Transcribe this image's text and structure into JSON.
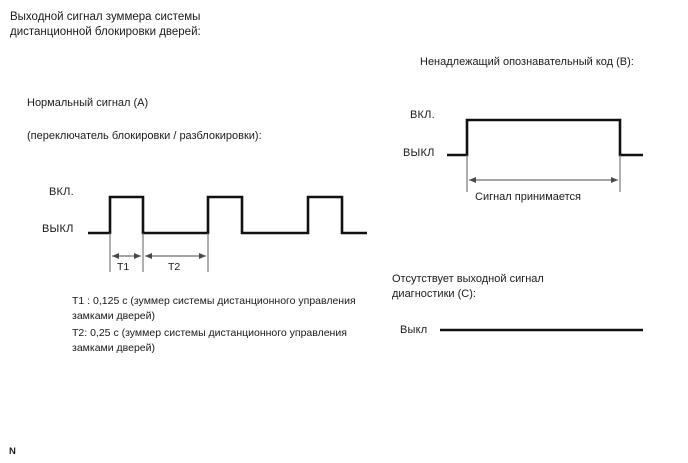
{
  "diagram": {
    "title_line1": "Выходной сигнал зуммера системы",
    "title_line2": "дистанционной блокировки дверей:",
    "corner_marker": "N",
    "axis": {
      "on": "ВКЛ.",
      "off": "ВЫКЛ",
      "off_short": "Выкл"
    },
    "colors": {
      "line": "#111111",
      "dimension": "#4a4a4a",
      "text": "#1a1a1a"
    }
  },
  "signal_a": {
    "heading": "Нормальный сигнал (A)",
    "subheading": "(переключатель блокировки / разблокировки):",
    "label_on": "ВКЛ.",
    "label_off": "ВЫКЛ",
    "dim_t1": "T1",
    "dim_t2": "T2",
    "legend": [
      "T1 : 0,125 с (зуммер системы дистанционного управления",
      "замками дверей)",
      "T2: 0,25 с (зуммер системы дистанционного управления",
      "замками дверей)"
    ]
  },
  "signal_b": {
    "heading": "Ненадлежащий опознавательный код (B):",
    "label_on": "ВКЛ.",
    "label_off": "ВЫКЛ",
    "dim_label": "Сигнал принимается"
  },
  "signal_c": {
    "heading_line1": "Отсутствует выходной сигнал",
    "heading_line2": "диагностики (C):",
    "label_off": "Выкл"
  },
  "chart_data": {
    "type": "line",
    "title": "Выходной сигнал зуммера системы дистанционной блокировки дверей",
    "ylabel": "",
    "xlabel": "",
    "series": [
      {
        "name": "Нормальный сигнал (A)",
        "levels": [
          "ВЫКЛ",
          "ВКЛ."
        ],
        "points": [
          [
            88,
            0
          ],
          [
            110,
            0
          ],
          [
            110,
            1
          ],
          [
            143,
            1
          ],
          [
            143,
            0
          ],
          [
            208,
            0
          ],
          [
            208,
            1
          ],
          [
            242,
            1
          ],
          [
            242,
            0
          ],
          [
            308,
            0
          ],
          [
            308,
            1
          ],
          [
            342,
            1
          ],
          [
            342,
            0
          ],
          [
            367,
            0
          ]
        ],
        "annotations": [
          {
            "label": "T1",
            "from": 110,
            "to": 143,
            "value": "0,125 с"
          },
          {
            "label": "T2",
            "from": 143,
            "to": 208,
            "value": "0,25 с"
          }
        ]
      },
      {
        "name": "Ненадлежащий опознавательный код (B)",
        "levels": [
          "ВЫКЛ",
          "ВКЛ."
        ],
        "points": [
          [
            447,
            0
          ],
          [
            467,
            0
          ],
          [
            467,
            1
          ],
          [
            620,
            1
          ],
          [
            620,
            0
          ],
          [
            643,
            0
          ]
        ],
        "annotations": [
          {
            "label": "Сигнал принимается",
            "from": 467,
            "to": 620,
            "value": ""
          }
        ]
      },
      {
        "name": "Отсутствует выходной сигнал диагностики (C)",
        "levels": [
          "Выкл"
        ],
        "points": [
          [
            440,
            0
          ],
          [
            643,
            0
          ]
        ],
        "annotations": []
      }
    ]
  }
}
